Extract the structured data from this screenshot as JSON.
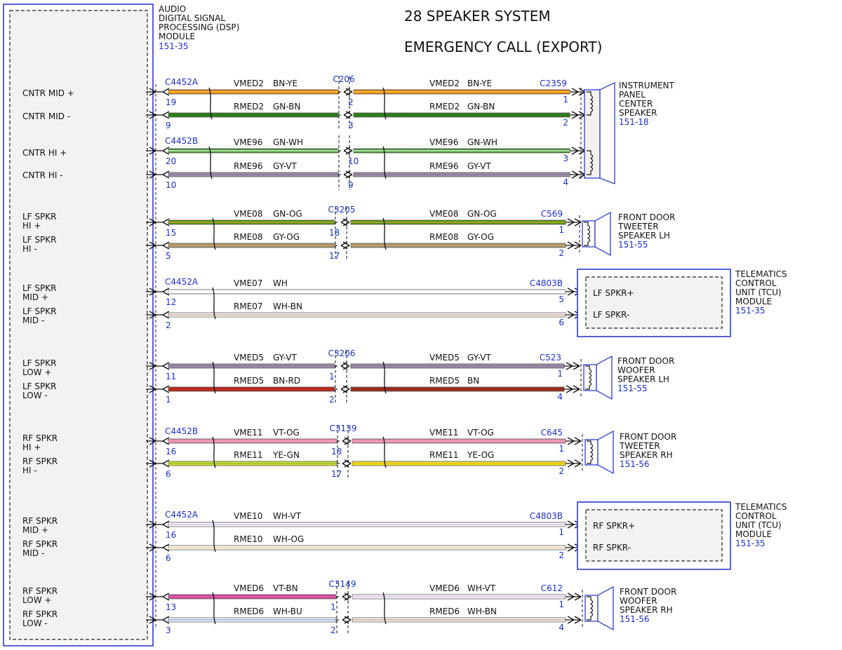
{
  "header": {
    "title_line1": "28 SPEAKER SYSTEM",
    "title_line2": "EMERGENCY CALL (EXPORT)"
  },
  "colors": {
    "frame": "#1a2fcf",
    "ref_text": "#1a2fcf",
    "module_fill": "#f2f2f2",
    "wire_outline": "#555555"
  },
  "dsp_module": {
    "name_lines": [
      "AUDIO",
      "DIGITAL SIGNAL",
      "PROCESSING (DSP)",
      "MODULE"
    ],
    "ref": "151-35",
    "pin_labels": [
      {
        "lines": [
          "CNTR MID +"
        ]
      },
      {
        "lines": [
          "CNTR MID -"
        ]
      },
      {
        "lines": [
          "CNTR HI +"
        ]
      },
      {
        "lines": [
          "CNTR HI -"
        ]
      },
      {
        "lines": [
          "LF SPKR",
          "HI +"
        ]
      },
      {
        "lines": [
          "LF SPKR",
          "HI -"
        ]
      },
      {
        "lines": [
          "LF SPKR",
          "MID +"
        ]
      },
      {
        "lines": [
          "LF SPKR",
          "MID -"
        ]
      },
      {
        "lines": [
          "LF SPKR",
          "LOW +"
        ]
      },
      {
        "lines": [
          "LF SPKR",
          "LOW -"
        ]
      },
      {
        "lines": [
          "RF SPKR",
          "HI +"
        ]
      },
      {
        "lines": [
          "RF SPKR",
          "HI -"
        ]
      },
      {
        "lines": [
          "RF SPKR",
          "MID +"
        ]
      },
      {
        "lines": [
          "RF SPKR",
          "MID -"
        ]
      },
      {
        "lines": [
          "RF SPKR",
          "LOW +"
        ]
      },
      {
        "lines": [
          "RF SPKR",
          "LOW -"
        ]
      }
    ]
  },
  "circuits": [
    {
      "dsp_connector": "C4452A",
      "inline_connector": "C206",
      "end_connector": "C2359",
      "wires": [
        {
          "left_pin": "19",
          "left_circuit": "VMED2",
          "left_color": "BN-YE",
          "left_colors": [
            "#e87722",
            "#f5e11c"
          ],
          "mid_left_pin": "",
          "mid_right_pin": "2",
          "right_circuit": "VMED2",
          "right_color": "BN-YE",
          "right_colors": [
            "#e87722",
            "#f5e11c"
          ],
          "right_pin": "1"
        },
        {
          "left_pin": "9",
          "left_circuit": "RMED2",
          "left_color": "GN-BN",
          "left_colors": [
            "#2e7d1a",
            "#2e7d1a"
          ],
          "mid_left_pin": "",
          "mid_right_pin": "3",
          "right_circuit": "RMED2",
          "right_color": "GN-BN",
          "right_colors": [
            "#2e7d1a",
            "#2e7d1a"
          ],
          "right_pin": "2"
        }
      ]
    },
    {
      "dsp_connector": "C4452B",
      "inline_connector": "",
      "end_connector": "",
      "wires": [
        {
          "left_pin": "20",
          "left_circuit": "VME96",
          "left_color": "GN-WH",
          "left_colors": [
            "#3a9a2a",
            "#e8f5e0"
          ],
          "mid_left_pin": "",
          "mid_right_pin": "10",
          "right_circuit": "VME96",
          "right_color": "GN-WH",
          "right_colors": [
            "#3a9a2a",
            "#e8f5e0"
          ],
          "right_pin": "3"
        },
        {
          "left_pin": "10",
          "left_circuit": "RME96",
          "left_color": "GY-VT",
          "left_colors": [
            "#9e8fa8",
            "#8e7a9e"
          ],
          "mid_left_pin": "",
          "mid_right_pin": "9",
          "right_circuit": "RME96",
          "right_color": "GY-VT",
          "right_colors": [
            "#9e8fa8",
            "#8e7a9e"
          ],
          "right_pin": "4"
        }
      ]
    },
    {
      "dsp_connector": "",
      "inline_connector": "C3205",
      "end_connector": "C569",
      "wires": [
        {
          "left_pin": "15",
          "left_circuit": "VME08",
          "left_color": "GN-OG",
          "left_colors": [
            "#4a9a1a",
            "#d89a20"
          ],
          "mid_left_pin": "18",
          "mid_right_pin": "",
          "right_circuit": "VME08",
          "right_color": "GN-OG",
          "right_colors": [
            "#4a9a1a",
            "#d89a20"
          ],
          "right_pin": "1"
        },
        {
          "left_pin": "5",
          "left_circuit": "RME08",
          "left_color": "GY-OG",
          "left_colors": [
            "#a89878",
            "#c8a050"
          ],
          "mid_left_pin": "17",
          "mid_right_pin": "",
          "right_circuit": "RME08",
          "right_color": "GY-OG",
          "right_colors": [
            "#a89878",
            "#c8a050"
          ],
          "right_pin": "2"
        }
      ]
    },
    {
      "dsp_connector": "C4452A",
      "inline_connector": "",
      "end_connector": "C4803B",
      "wires": [
        {
          "left_pin": "12",
          "left_circuit": "VME07",
          "left_color": "WH",
          "left_colors": [
            "#ffffff",
            "#ffffff"
          ],
          "mid_left_pin": "",
          "mid_right_pin": "",
          "right_circuit": "",
          "right_color": "",
          "right_colors": [
            "#ffffff",
            "#ffffff"
          ],
          "right_pin": "5"
        },
        {
          "left_pin": "2",
          "left_circuit": "RME07",
          "left_color": "WH-BN",
          "left_colors": [
            "#ffffff",
            "#c8a090"
          ],
          "mid_left_pin": "",
          "mid_right_pin": "",
          "right_circuit": "",
          "right_color": "",
          "right_colors": [
            "#ffffff",
            "#c8a090"
          ],
          "right_pin": "6"
        }
      ]
    },
    {
      "dsp_connector": "",
      "inline_connector": "C3206",
      "end_connector": "C523",
      "wires": [
        {
          "left_pin": "11",
          "left_circuit": "VMED5",
          "left_color": "GY-VT",
          "left_colors": [
            "#9e8fa8",
            "#8e7a9e"
          ],
          "mid_left_pin": "1",
          "mid_right_pin": "",
          "right_circuit": "VMED5",
          "right_color": "GY-VT",
          "right_colors": [
            "#9e8fa8",
            "#8e7a9e"
          ],
          "right_pin": "1"
        },
        {
          "left_pin": "1",
          "left_circuit": "RMED5",
          "left_color": "BN-RD",
          "left_colors": [
            "#b8281e",
            "#c0301e"
          ],
          "mid_left_pin": "2",
          "mid_right_pin": "",
          "right_circuit": "RMED5",
          "right_color": "BN",
          "right_colors": [
            "#9a2a1e",
            "#9a2a1e"
          ],
          "right_pin": "4"
        }
      ]
    },
    {
      "dsp_connector": "C4452B",
      "inline_connector": "C3139",
      "end_connector": "C645",
      "wires": [
        {
          "left_pin": "16",
          "left_circuit": "VME11",
          "left_color": "VT-OG",
          "left_colors": [
            "#e890b0",
            "#f0a0b8"
          ],
          "mid_left_pin": "18",
          "mid_right_pin": "",
          "right_circuit": "VME11",
          "right_color": "VT-OG",
          "right_colors": [
            "#e890b0",
            "#f0a0b8"
          ],
          "right_pin": "1"
        },
        {
          "left_pin": "6",
          "left_circuit": "RME11",
          "left_color": "YE-GN",
          "left_colors": [
            "#d8e030",
            "#8ac030"
          ],
          "mid_left_pin": "17",
          "mid_right_pin": "",
          "right_circuit": "RME11",
          "right_color": "YE-OG",
          "right_colors": [
            "#f5e11c",
            "#e8c020"
          ],
          "right_pin": "2"
        }
      ]
    },
    {
      "dsp_connector": "C4452A",
      "inline_connector": "",
      "end_connector": "C4803B",
      "wires": [
        {
          "left_pin": "16",
          "left_circuit": "VME10",
          "left_color": "WH-VT",
          "left_colors": [
            "#ffffff",
            "#d8b8e0"
          ],
          "mid_left_pin": "",
          "mid_right_pin": "",
          "right_circuit": "",
          "right_color": "",
          "right_colors": [
            "#ffffff",
            "#d8b8e0"
          ],
          "right_pin": "1"
        },
        {
          "left_pin": "6",
          "left_circuit": "RME10",
          "left_color": "WH-OG",
          "left_colors": [
            "#ffffff",
            "#f0c890"
          ],
          "mid_left_pin": "",
          "mid_right_pin": "",
          "right_circuit": "",
          "right_color": "",
          "right_colors": [
            "#ffffff",
            "#f0c890"
          ],
          "right_pin": "2"
        }
      ]
    },
    {
      "dsp_connector": "",
      "inline_connector": "C3149",
      "end_connector": "C612",
      "wires": [
        {
          "left_pin": "13",
          "left_circuit": "VMED6",
          "left_color": "VT-BN",
          "left_colors": [
            "#d04898",
            "#e060a8"
          ],
          "mid_left_pin": "1",
          "mid_right_pin": "",
          "right_circuit": "VMED6",
          "right_color": "WH-VT",
          "right_colors": [
            "#ffffff",
            "#d8b8e0"
          ],
          "right_pin": "1"
        },
        {
          "left_pin": "3",
          "left_circuit": "RMED6",
          "left_color": "WH-BU",
          "left_colors": [
            "#ffffff",
            "#8aa0e0"
          ],
          "mid_left_pin": "2",
          "mid_right_pin": "",
          "right_circuit": "RMED6",
          "right_color": "WH-BN",
          "right_colors": [
            "#ffffff",
            "#c8a090"
          ],
          "right_pin": "4"
        }
      ]
    }
  ],
  "devices": [
    {
      "kind": "speaker",
      "name_lines": [
        "INSTRUMENT",
        "PANEL",
        "CENTER",
        "SPEAKER"
      ],
      "ref": "151-18"
    },
    {
      "kind": "speaker",
      "name_lines": [
        "FRONT DOOR",
        "TWEETER",
        "SPEAKER LH"
      ],
      "ref": "151-55"
    },
    {
      "kind": "module",
      "name_lines": [
        "TELEMATICS",
        "CONTROL",
        "UNIT (TCU)",
        "MODULE"
      ],
      "ref": "151-35",
      "pin_labels": [
        "LF SPKR+",
        "LF SPKR-"
      ]
    },
    {
      "kind": "speaker",
      "name_lines": [
        "FRONT DOOR",
        "WOOFER",
        "SPEAKER LH"
      ],
      "ref": "151-55"
    },
    {
      "kind": "speaker",
      "name_lines": [
        "FRONT DOOR",
        "TWEETER",
        "SPEAKER RH"
      ],
      "ref": "151-56"
    },
    {
      "kind": "module",
      "name_lines": [
        "TELEMATICS",
        "CONTROL",
        "UNIT (TCU)",
        "MODULE"
      ],
      "ref": "151-35",
      "pin_labels": [
        "RF SPKR+",
        "RF SPKR-"
      ]
    },
    {
      "kind": "speaker",
      "name_lines": [
        "FRONT DOOR",
        "WOOFER",
        "SPEAKER RH"
      ],
      "ref": "151-56"
    }
  ]
}
